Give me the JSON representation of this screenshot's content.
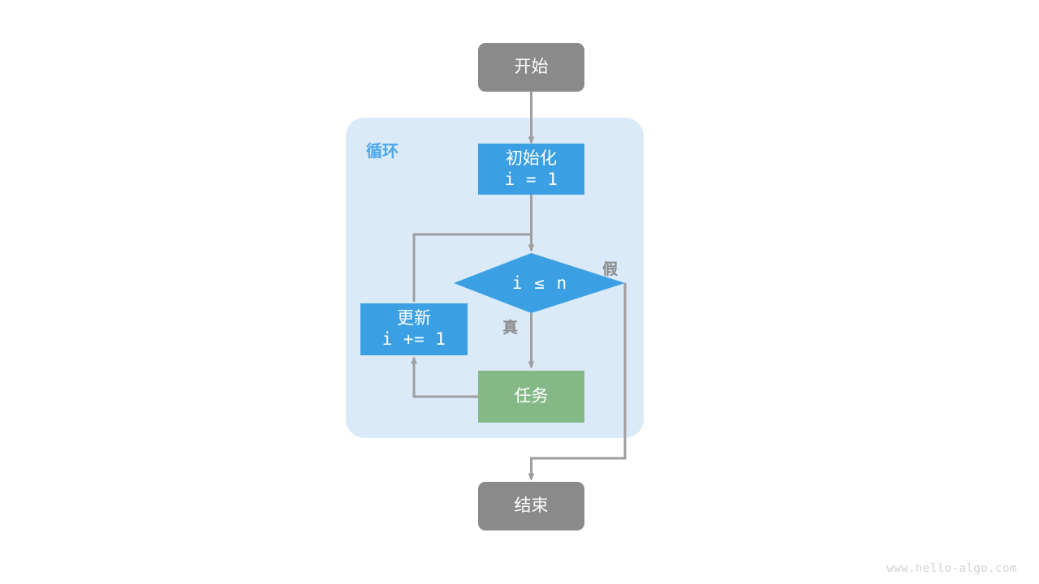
{
  "diagram": {
    "title_watermark": "www.hello-algo.com",
    "group": {
      "label": "循环",
      "fill": "#daeaf8",
      "label_color": "#4da6e8"
    },
    "colors": {
      "terminal": "#8a8a8a",
      "process": "#3ba0e3",
      "task": "#85b887",
      "edge": "#9e9e9e",
      "group_bg": "#daeaf8",
      "watermark": "#d2d2d2"
    },
    "nodes": {
      "start": {
        "label": "开始",
        "shape": "rounded-rect",
        "color": "#8a8a8a"
      },
      "init": {
        "label": "初始化",
        "code": "i = 1",
        "shape": "rect",
        "color": "#3ba0e3"
      },
      "condition": {
        "label": "i ≤ n",
        "shape": "diamond",
        "color": "#3ba0e3"
      },
      "update": {
        "label": "更新",
        "code": "i += 1",
        "shape": "rect",
        "color": "#3ba0e3"
      },
      "task": {
        "label": "任务",
        "shape": "rect",
        "color": "#85b887"
      },
      "end": {
        "label": "结束",
        "shape": "rounded-rect",
        "color": "#8a8a8a"
      }
    },
    "edge_labels": {
      "true": "真",
      "false": "假"
    }
  }
}
